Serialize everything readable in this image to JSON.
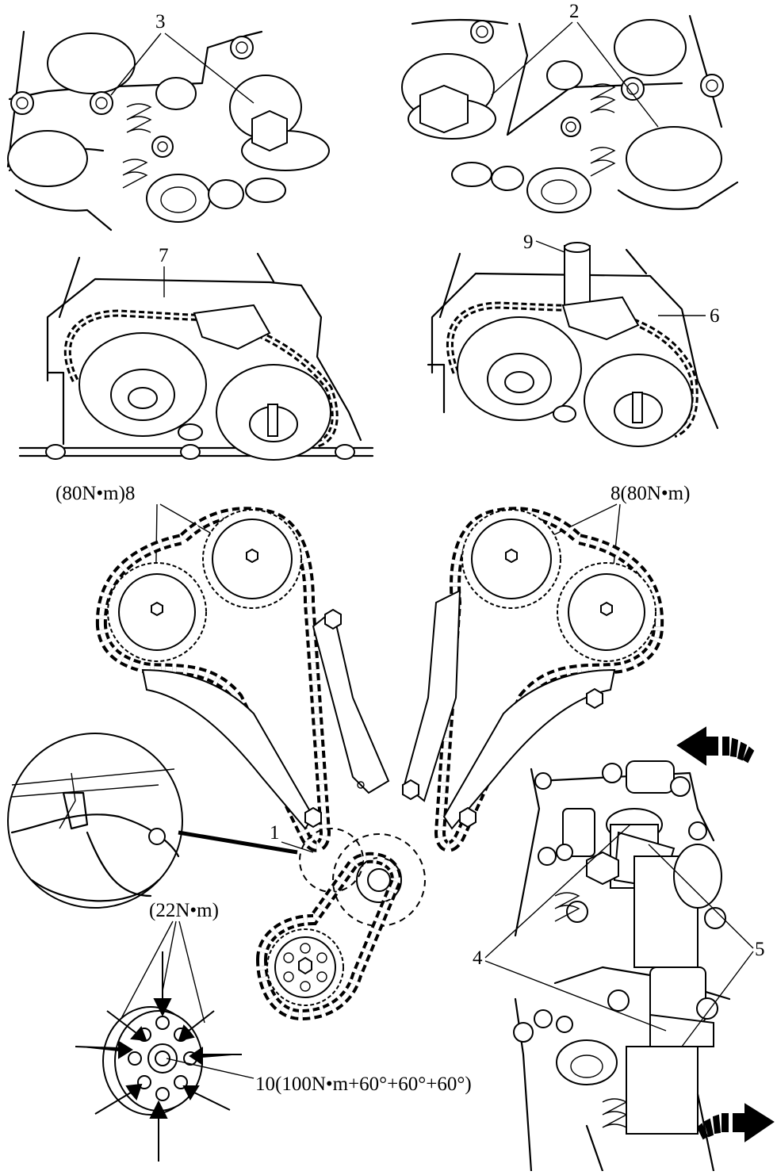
{
  "labels": {
    "l1": "1",
    "l2": "2",
    "l3": "3",
    "l4": "4",
    "l5": "5",
    "l6": "6",
    "l7": "7",
    "l9": "9",
    "torque_left_cam": "(80N•m)8",
    "torque_right_cam": "8(80N•m)",
    "torque_pulley_bolts": "(22N•m)",
    "torque_crank": "10(100N•m+60°+60°+60°)"
  },
  "icons": [
    "rotation-arrow-left-icon",
    "rotation-arrow-right-icon",
    "pointer-arrow-icon"
  ]
}
